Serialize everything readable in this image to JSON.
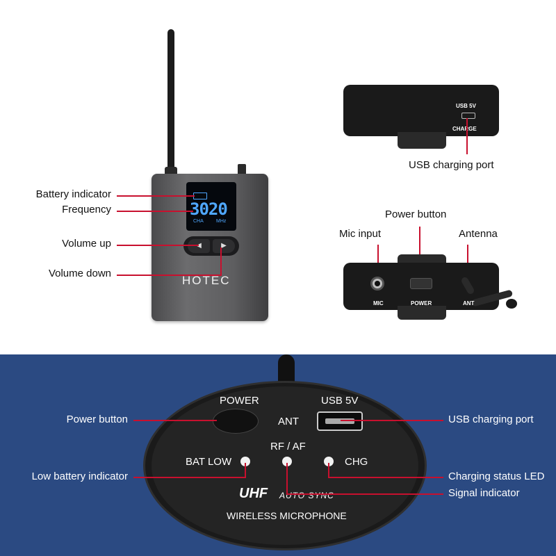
{
  "device": {
    "brand": "HOTEC",
    "lcd_number": "3020",
    "lcd_channel": "CHA",
    "lcd_unit": "MHz"
  },
  "labels_left": {
    "battery_indicator": "Battery indicator",
    "frequency": "Frequency",
    "volume_up": "Volume up",
    "volume_down": "Volume down"
  },
  "top_side": {
    "usb_label": "USB 5V",
    "charge_label": "CHARGE",
    "caption": "USB charging port"
  },
  "bottom_side": {
    "power_button": "Power button",
    "mic_input": "Mic input",
    "antenna": "Antenna",
    "mic_label": "MIC",
    "power_label": "POWER",
    "ant_label": "ANT"
  },
  "panel": {
    "power": "POWER",
    "ant": "ANT",
    "usb": "USB 5V",
    "rf_af": "RF / AF",
    "bat_low": "BAT LOW",
    "chg": "CHG",
    "uhf": "UHF",
    "auto_sync": "AUTO SYNC",
    "wireless": "WIRELESS MICROPHONE"
  },
  "callouts": {
    "power_button": "Power button",
    "usb_charging_port": "USB charging port",
    "low_battery": "Low battery indicator",
    "charging_status": "Charging status LED",
    "signal": "Signal indicator"
  },
  "colors": {
    "accent": "#c8102e",
    "background_panel": "#2b4a82",
    "device_body": "#5b5b5d",
    "lcd_text": "#4fa7ff"
  }
}
